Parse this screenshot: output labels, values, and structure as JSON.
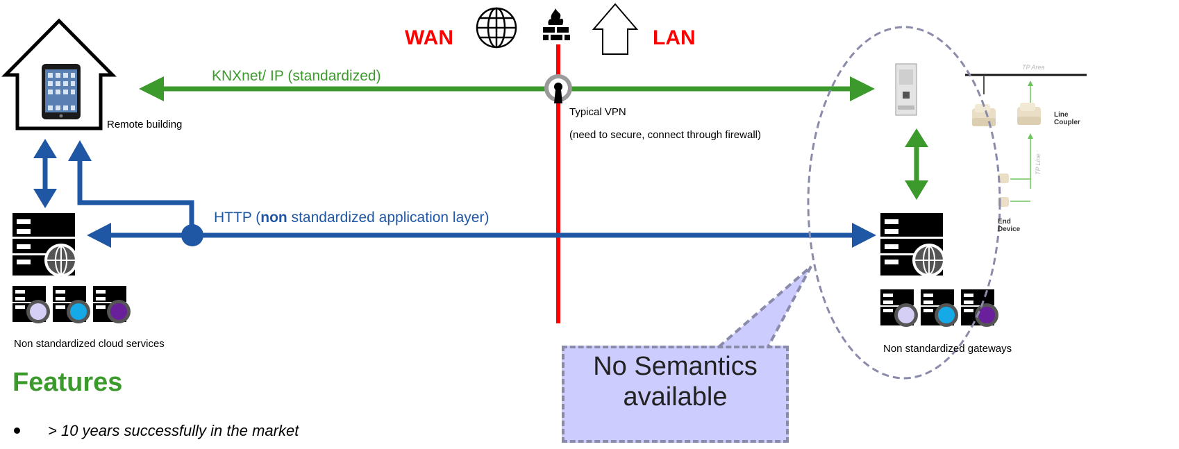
{
  "labels": {
    "wan": "WAN",
    "lan": "LAN",
    "knxnet": "KNXnet/ IP (standardized)",
    "http_prefix": "HTTP (",
    "http_bold": "non",
    "http_suffix": " standardized application layer)",
    "remote_building": "Remote building",
    "vpn_line1": "Typical VPN",
    "vpn_line2": "(need to secure, connect through firewall)",
    "cloud_services": "Non standardized cloud services",
    "gateways": "Non standardized gateways",
    "callout_line1": "No Semantics",
    "callout_line2": "available",
    "tp_area": "TP Area",
    "tp_line": "TP Line",
    "line_coupler_1": "Line",
    "line_coupler_2": "Coupler",
    "end_device_1": "End",
    "end_device_2": "Device"
  },
  "features": {
    "title": "Features",
    "items": [
      "> 10 years successfully in the market"
    ]
  },
  "colors": {
    "green": "#3c9a2d",
    "blue": "#1f57a4",
    "red": "#ff0000",
    "callout_fill": "#ccccff",
    "callout_border": "#8a8aaa"
  },
  "icons": {
    "wan": "globe-icon",
    "firewall": "firewall-icon",
    "lan": "house-outline-icon",
    "vpn": "keyhole-icon",
    "tablet": "tablet-icon",
    "server": "server-icon"
  }
}
